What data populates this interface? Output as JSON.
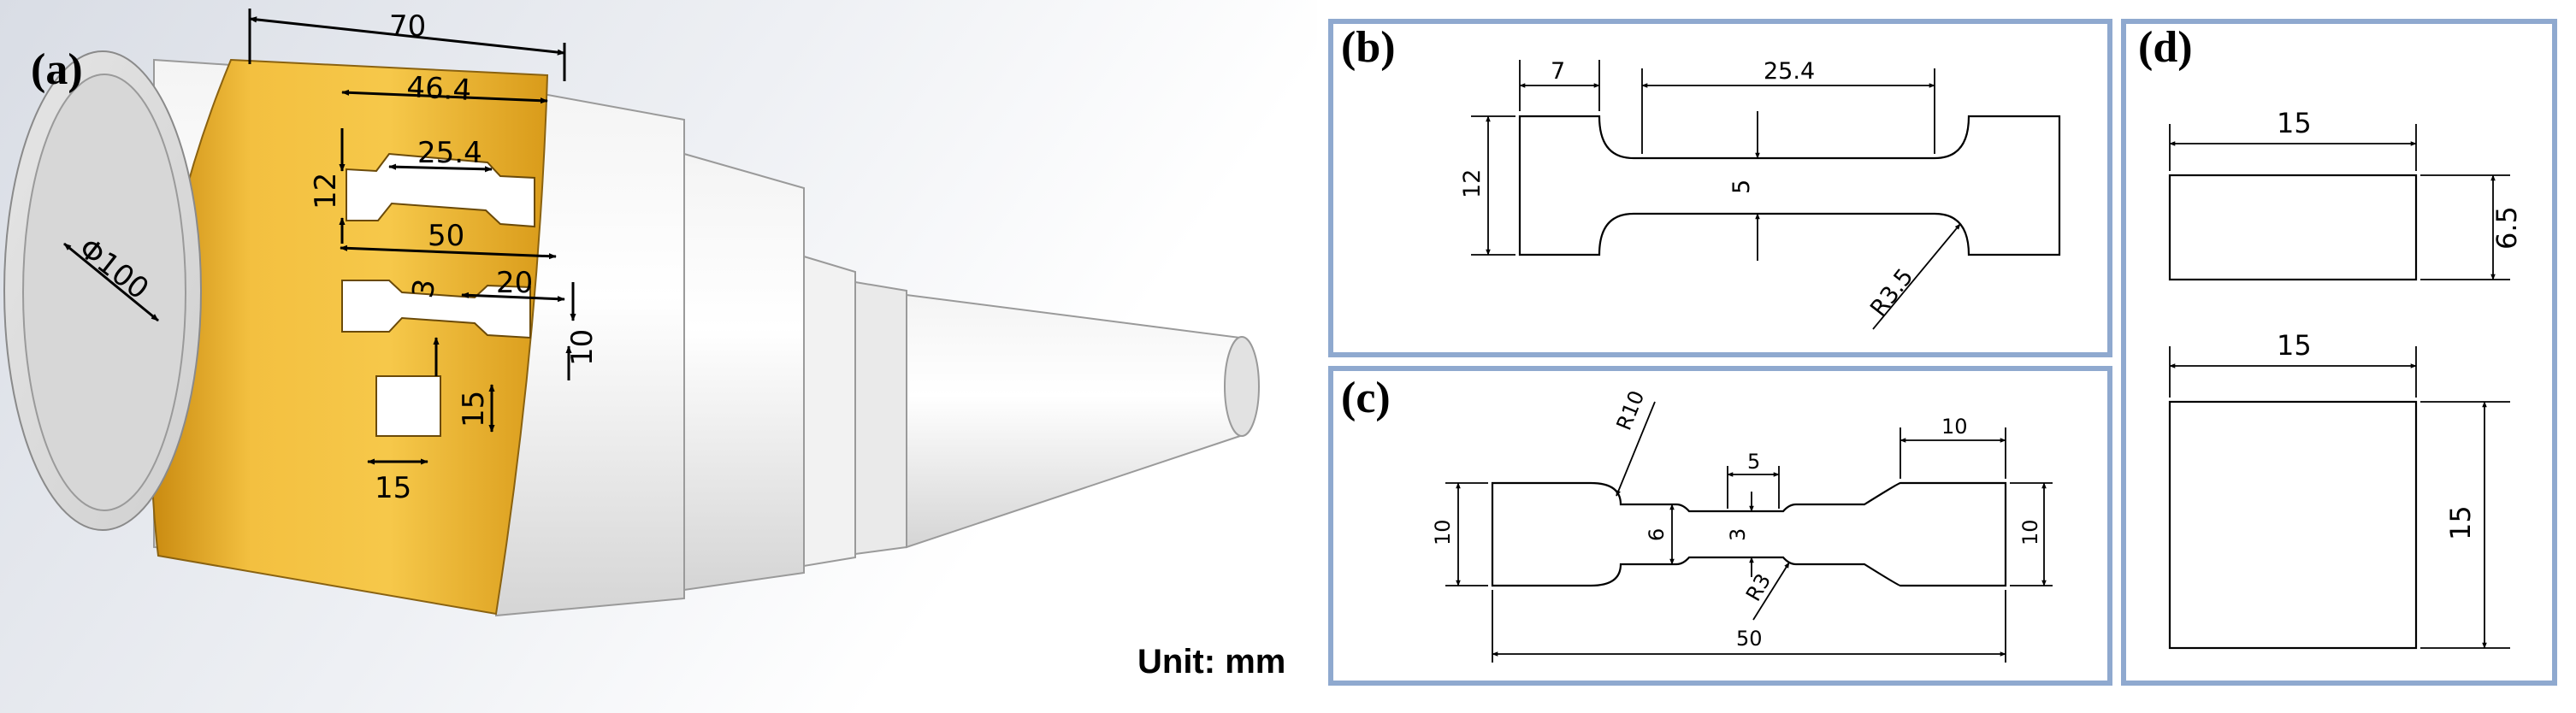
{
  "panels": {
    "a": {
      "label": "(a)",
      "unit": "Unit: mm",
      "dims": {
        "width": "70",
        "tensile_len": "46.4",
        "gauge": "25.4",
        "height": "12",
        "small_len": "50",
        "small_gauge": "3",
        "small_grip": "20",
        "small_h": "10",
        "block_w": "15",
        "block_h": "15",
        "diameter": "Φ100"
      }
    },
    "b": {
      "label": "(b)",
      "dims": {
        "grip": "7",
        "gauge": "25.4",
        "height": "12",
        "width": "5",
        "radius": "R3.5"
      }
    },
    "c": {
      "label": "(c)",
      "dims": {
        "radius_large": "R10",
        "grip": "10",
        "gauge": "5",
        "height_left": "10",
        "height_right": "10",
        "neck": "6",
        "width": "3",
        "radius_small": "R3",
        "total": "50"
      }
    },
    "d": {
      "label": "(d)",
      "dims": {
        "top_w": "15",
        "top_h": "6.5",
        "bottom_w": "15",
        "bottom_h": "15"
      }
    }
  },
  "colors": {
    "frame": "#8fa9cf",
    "band": "#f0b52a",
    "cylinder": "#eeeeee"
  }
}
